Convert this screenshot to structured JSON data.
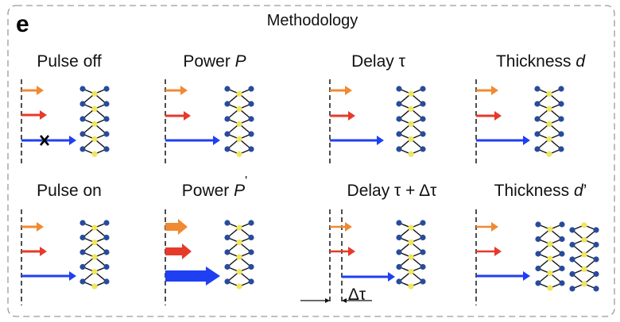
{
  "panel_letter": "e",
  "title": "Methodology",
  "colors": {
    "orange": "#F08A32",
    "red": "#E63A2B",
    "blue": "#1F3FF2",
    "atom_blue": "#284B9C",
    "atom_yellow": "#EFE65C",
    "border": "#9A9A9A"
  },
  "panels": [
    {
      "id": "pulse-off",
      "label": "Pulse off",
      "label_italic": "",
      "prime": ""
    },
    {
      "id": "power-p",
      "label": "Power ",
      "label_italic": "P",
      "prime": ""
    },
    {
      "id": "delay-tau",
      "label": "Delay τ",
      "label_italic": "",
      "prime": ""
    },
    {
      "id": "thickness-d",
      "label": "Thickness ",
      "label_italic": "d",
      "prime": ""
    },
    {
      "id": "pulse-on",
      "label": "Pulse on",
      "label_italic": "",
      "prime": ""
    },
    {
      "id": "power-p-prime",
      "label": "Power ",
      "label_italic": "P",
      "prime": "'"
    },
    {
      "id": "delay-tau-dtau",
      "label": "Delay τ + Δτ",
      "label_italic": "",
      "prime": ""
    },
    {
      "id": "thickness-d-prime",
      "label": "Thickness ",
      "label_italic": "d",
      "prime": "’"
    }
  ],
  "delta_tau_label": "Δτ",
  "blocked_marker": "×"
}
